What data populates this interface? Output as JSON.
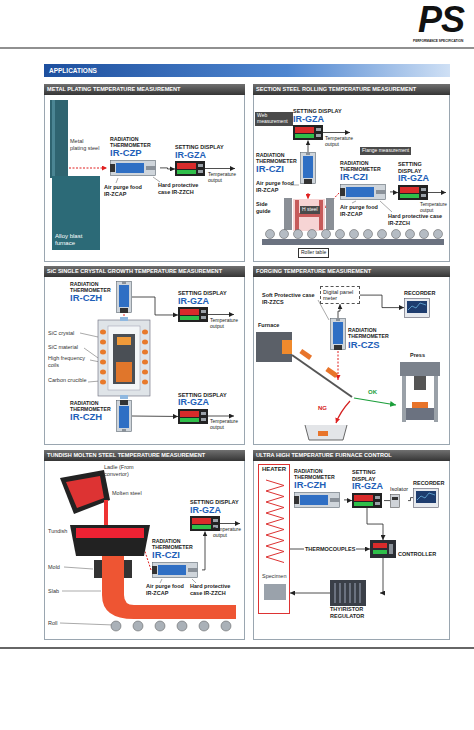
{
  "diagram": {
    "nodes": [
      {
        "text": [
          "APPLICATIONS"
        ]
      },
      {
        "text": [
          "METAL PLATING TEMPERATURE MEASUREMENT"
        ]
      },
      {
        "text": [
          "Alloy blast furnace"
        ],
        "in": 1
      },
      {
        "text": [
          "RADIATION THERMOMETER",
          "IR-CZP"
        ],
        "in": 1
      },
      {
        "text": [
          "SETTING DISPLAY",
          "IR-GZA"
        ],
        "in": 1
      },
      {
        "text": [
          "SECTION STEEL ROLLING TEMPERATURE MEASUREMENT"
        ]
      },
      {
        "text": [
          "SETTING DISPLAY",
          "IR-GZA"
        ],
        "in": 5
      },
      {
        "text": [
          "Web measurement"
        ],
        "in": 5
      },
      {
        "text": [
          "RADIATION THERMOMETER",
          "IR-CZI"
        ],
        "in": 5
      },
      {
        "text": [
          "Flange measurement"
        ],
        "in": 5
      },
      {
        "text": [
          "RADIATION THERMOMETER",
          "IR-CZI"
        ],
        "in": 5
      },
      {
        "text": [
          "SETTING DISPLAY",
          "IR-GZA"
        ],
        "in": 5
      },
      {
        "text": [
          "H steel"
        ],
        "in": 5
      },
      {
        "text": [
          "Roller table"
        ],
        "in": 5
      },
      {
        "text": [
          "SiC SINGLE CRYSTAL GROWTH TEMPERATURE MEASUREMENT"
        ]
      },
      {
        "text": [
          "RADIATION THERMOMETER",
          "IR-CZH"
        ],
        "in": 14
      },
      {
        "text": [
          "SETTING DISPLAY",
          "IR-GZA"
        ],
        "in": 14
      },
      {
        "text": [
          "RADIATION THERMOMETER",
          "IR-CZH"
        ],
        "in": 14
      },
      {
        "text": [
          "SETTING DISPLAY",
          "IR-GZA"
        ],
        "in": 14
      },
      {
        "text": [
          "FORGING TEMPERATURE MEASUREMENT"
        ]
      },
      {
        "text": [
          "Digital panel meter"
        ],
        "in": 19
      },
      {
        "text": [
          "RECORDER"
        ],
        "in": 19
      },
      {
        "text": [
          "RADIATION THERMOMETER",
          "IR-CZS"
        ],
        "in": 19
      },
      {
        "text": [
          "TUNDISH MOLTEN STEEL TEMPERATURE MEASUREMENT"
        ]
      },
      {
        "text": [
          "SETTING DISPLAY",
          "IR-GZA"
        ],
        "in": 23
      },
      {
        "text": [
          "RADIATION THERMOMETER",
          "IR-CZI"
        ],
        "in": 23
      },
      {
        "text": [
          "ULTRA HIGH TEMPERATURE FURNACE CONTROL"
        ]
      },
      {
        "text": [
          "HEATER"
        ],
        "in": 26
      },
      {
        "text": [
          "RADIATION THERMOMETER",
          "IR-CZH"
        ],
        "in": 26
      },
      {
        "text": [
          "SETTING DISPLAY",
          "IR-GZA"
        ],
        "in": 26
      },
      {
        "text": [
          "Isolator"
        ],
        "in": 26
      },
      {
        "text": [
          "RECORDER"
        ],
        "in": 26
      },
      {
        "text": [
          "CONTROLLER"
        ],
        "in": 26
      },
      {
        "text": [
          "THYIRISTOR REGULATOR"
        ],
        "in": 26
      }
    ],
    "edges": [
      {
        "from": 3,
        "to": 4,
        "arrow": "to"
      },
      {
        "from": 8,
        "to": 6,
        "arrow": "to"
      },
      {
        "from": 10,
        "to": 11,
        "arrow": "to"
      },
      {
        "from": 15,
        "to": 16,
        "arrow": "to"
      },
      {
        "from": 17,
        "to": 18,
        "arrow": "to"
      },
      {
        "from": 22,
        "to": 20,
        "arrow": "to"
      },
      {
        "from": 20,
        "to": 21,
        "arrow": "to"
      },
      {
        "from": 25,
        "to": 24,
        "arrow": "to"
      },
      {
        "from": 28,
        "to": 29,
        "arrow": "to"
      },
      {
        "from": 29,
        "to": 30,
        "arrow": "none"
      },
      {
        "from": 30,
        "to": 31,
        "arrow": "none"
      },
      {
        "from": 29,
        "to": 32,
        "arrow": "to"
      },
      {
        "from": 27,
        "to": 32,
        "label": "THERMOCOUPLES",
        "arrow": "to"
      },
      {
        "from": 32,
        "to": 33,
        "arrow": "to"
      },
      {
        "from": 33,
        "to": 27,
        "arrow": "to"
      }
    ],
    "labels": [
      "PS",
      "PERFORMANCE SPECIFICATION",
      "Metal plating steel",
      "Temperature output",
      "Air purge food IR-ZCAP",
      "Hard protective case IR-ZZCH",
      "Temperature output",
      "Air purge food IR-ZCAP",
      "Side guide",
      "Temperature output",
      "Air purge food IR-ZCAP",
      "Hard protective case IR-ZZCH",
      "SiC crystal",
      "SiC material",
      "High frequency coils",
      "Carbon crucible",
      "Temperature output",
      "Temperature output",
      "Soft Protective case IR-ZZCS",
      "Furnace",
      "Press",
      "OK",
      "NG",
      "Ladle (From convertor)",
      "Molten steel",
      "Tundish",
      "Mold",
      "Slab",
      "Roll",
      "Temperature output",
      "Air purge food IR-ZCAP",
      "Hard protective case IR-ZZCH",
      "Specimen"
    ]
  }
}
